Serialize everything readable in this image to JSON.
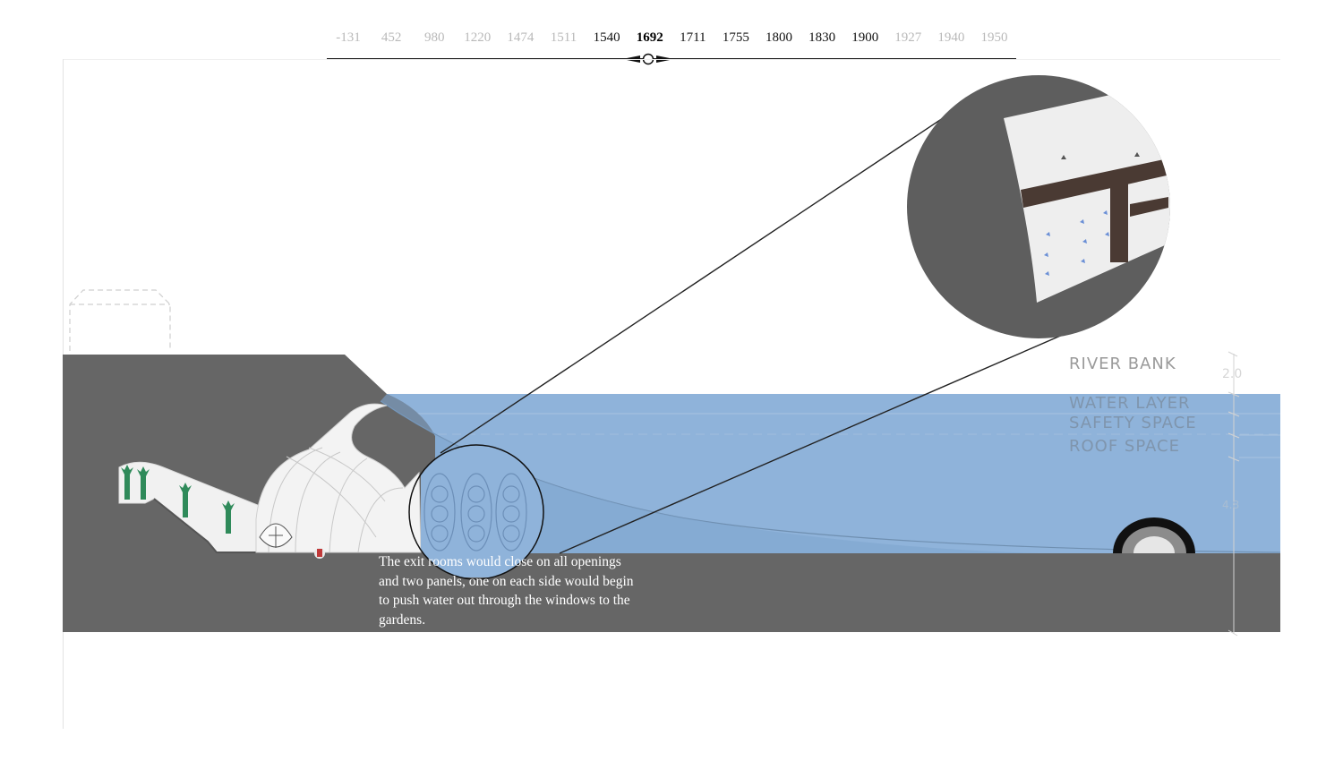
{
  "timeline": {
    "years": [
      {
        "label": "-131",
        "state": "future"
      },
      {
        "label": "452",
        "state": "future"
      },
      {
        "label": "980",
        "state": "future"
      },
      {
        "label": "1220",
        "state": "future"
      },
      {
        "label": "1474",
        "state": "future"
      },
      {
        "label": "1511",
        "state": "future"
      },
      {
        "label": "1540",
        "state": "past"
      },
      {
        "label": "1692",
        "state": "current"
      },
      {
        "label": "1711",
        "state": "past"
      },
      {
        "label": "1755",
        "state": "past"
      },
      {
        "label": "1800",
        "state": "past"
      },
      {
        "label": "1830",
        "state": "past"
      },
      {
        "label": "1900",
        "state": "past"
      },
      {
        "label": "1927",
        "state": "future"
      },
      {
        "label": "1940",
        "state": "future"
      },
      {
        "label": "1950",
        "state": "future"
      }
    ],
    "current_year": "1692"
  },
  "caption": "The exit rooms would close on all openings and two panels, one on each side would begin to push water out through the windows to the gardens.",
  "layers": {
    "river_bank": "RIVER BANK",
    "water_layer": "WATER LAYER",
    "safety_space": "SAFETY SPACE",
    "roof_space": "ROOF SPACE"
  },
  "dimensions": {
    "top": "2.0",
    "bottom": "4.8"
  },
  "colors": {
    "ground": "#666666",
    "water": "#8fb3da",
    "chamber": "#f1f1f1",
    "tree": "#2f8a5a",
    "wood": "#4a3a33"
  }
}
